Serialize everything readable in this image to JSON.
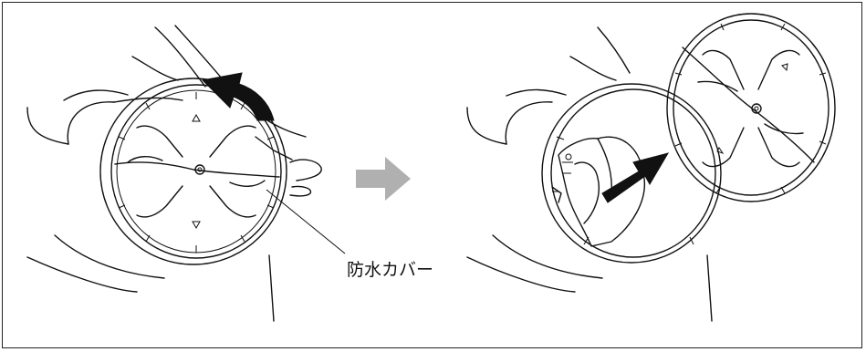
{
  "callout": {
    "waterproof_cover": "防水カバー"
  },
  "steps": [
    {
      "name": "rotate-cover",
      "arrow": "curved-rotation-arrow"
    },
    {
      "name": "remove-cover",
      "arrow": "removal-arrow"
    }
  ],
  "colors": {
    "line": "#111111",
    "transition_arrow": "#b0b0b0",
    "frame": "#222222"
  }
}
